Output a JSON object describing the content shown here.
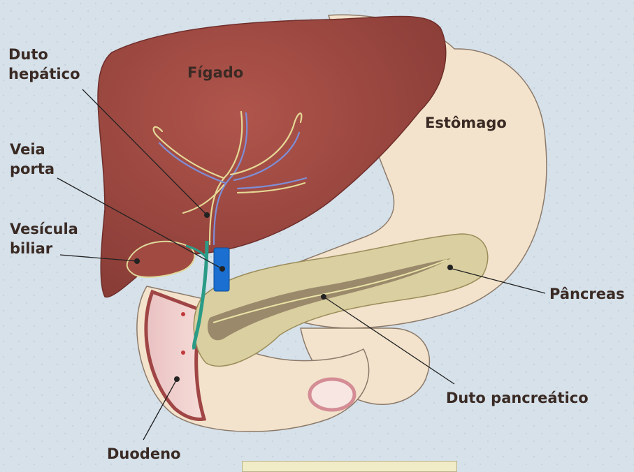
{
  "labels": {
    "duto_hepatico": [
      "Duto",
      "hepático"
    ],
    "figado": "Fígado",
    "estomago": "Estômago",
    "veia_porta": [
      "Veia",
      "porta"
    ],
    "vesicula_biliar": [
      "Vesícula",
      "biliar"
    ],
    "pancreas": "Pâncreas",
    "duto_pancreatico": "Duto pancreático",
    "duodeno": "Duodeno"
  },
  "colors": {
    "background": "#d6e1ea",
    "liver": "#9e4a43",
    "stomach": "#f3e3cc",
    "pancreas": "#d9cfa0",
    "duct_inner": "#8f7d62",
    "portal_vein": "#1a6fd0",
    "bile_duct": "#2a9b86",
    "label_text": "#3a2a24"
  }
}
